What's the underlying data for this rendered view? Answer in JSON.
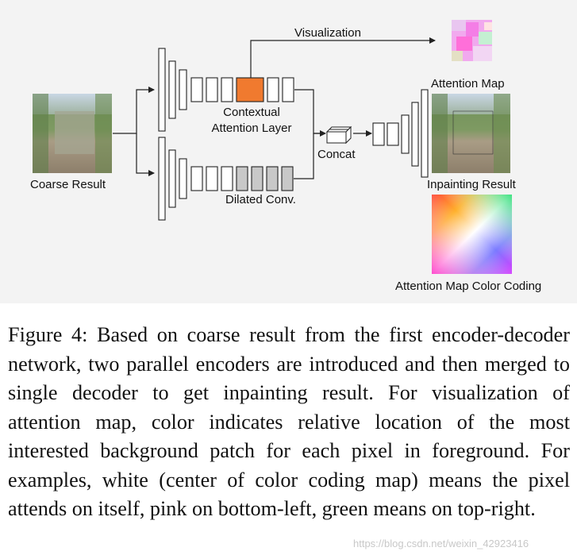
{
  "diagram": {
    "labels": {
      "coarse_result": "Coarse Result",
      "contextual_attention": "Contextual\nAttention Layer",
      "dilated_conv": "Dilated Conv.",
      "concat": "Concat",
      "visualization": "Visualization",
      "attention_map": "Attention Map",
      "inpainting_result": "Inpainting Result",
      "color_coding": "Attention Map Color Coding"
    },
    "colors": {
      "contextual_block": "#f07a2f",
      "dilated_block": "#c8c8c8",
      "panel_background": "#f3f3f3"
    }
  },
  "caption": {
    "text": "Figure 4:  Based on coarse result from the first encoder-decoder network, two parallel encoders are introduced and then merged to single decoder to get inpainting result. For visualization of attention map, color indicates relative location of the most interested background patch for each pixel in foreground. For examples, white (center of color coding map) means the pixel attends on itself, pink on bottom-left, green means on top-right."
  },
  "watermark": "https://blog.csdn.net/weixin_42923416"
}
